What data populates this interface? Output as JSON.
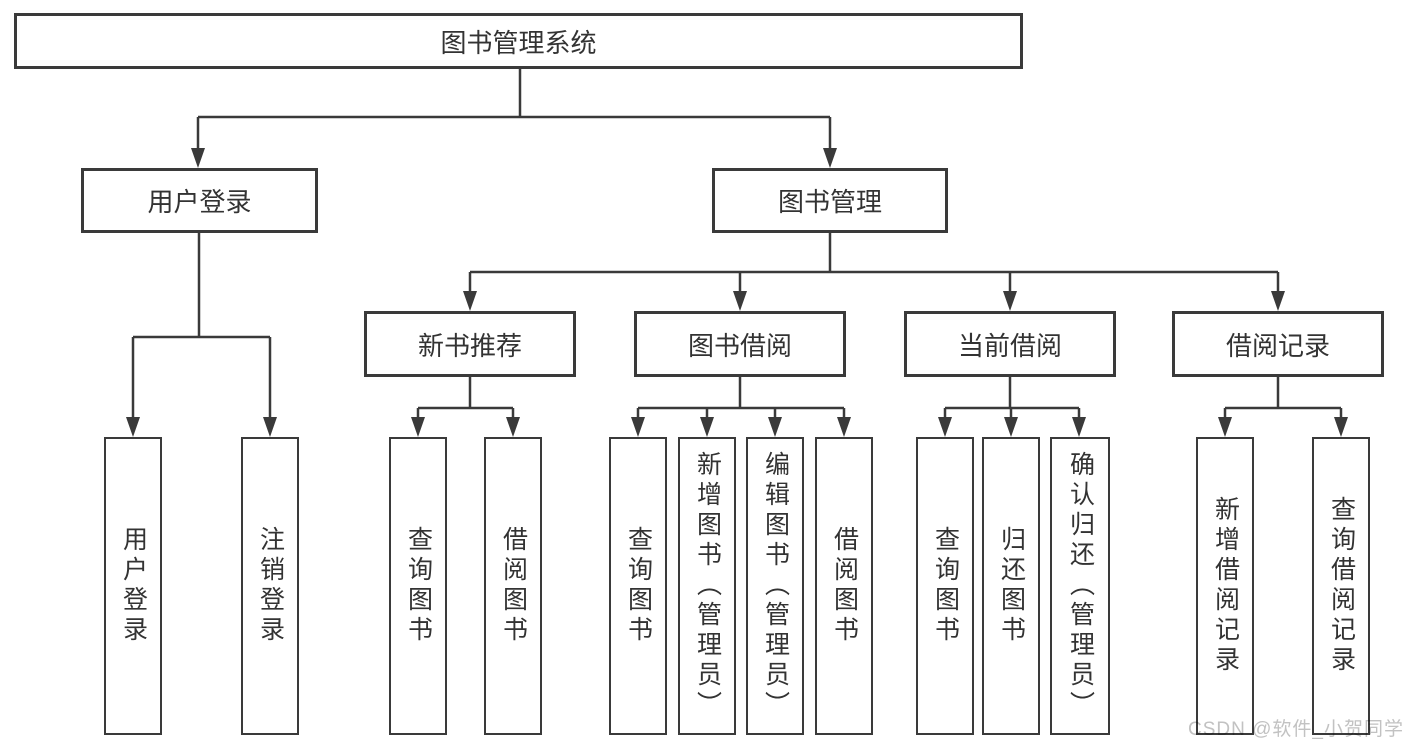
{
  "diagram": {
    "root": {
      "label": "图书管理系统"
    },
    "level2": [
      {
        "label": "用户登录",
        "parent": "图书管理系统"
      },
      {
        "label": "图书管理",
        "parent": "图书管理系统"
      }
    ],
    "level3": [
      {
        "label": "新书推荐",
        "parent": "图书管理"
      },
      {
        "label": "图书借阅",
        "parent": "图书管理"
      },
      {
        "label": "当前借阅",
        "parent": "图书管理"
      },
      {
        "label": "借阅记录",
        "parent": "图书管理"
      }
    ],
    "leaves": [
      {
        "label": "用户登录",
        "parent": "用户登录"
      },
      {
        "label": "注销登录",
        "parent": "用户登录"
      },
      {
        "label": "查询图书",
        "parent": "新书推荐"
      },
      {
        "label": "借阅图书",
        "parent": "新书推荐"
      },
      {
        "label": "查询图书",
        "parent": "图书借阅"
      },
      {
        "label": "新增图书（管理员）",
        "parent": "图书借阅"
      },
      {
        "label": "编辑图书（管理员）",
        "parent": "图书借阅"
      },
      {
        "label": "借阅图书",
        "parent": "图书借阅"
      },
      {
        "label": "查询图书",
        "parent": "当前借阅"
      },
      {
        "label": "归还图书",
        "parent": "当前借阅"
      },
      {
        "label": "确认归还（管理员）",
        "parent": "当前借阅"
      },
      {
        "label": "新增借阅记录",
        "parent": "借阅记录"
      },
      {
        "label": "查询借阅记录",
        "parent": "借阅记录"
      }
    ]
  },
  "watermark": {
    "text": "CSDN @软件_小贺同学",
    "color": "#c2c2c2"
  },
  "colors": {
    "line": "#3a3a3a",
    "text": "#333333",
    "background": "#ffffff"
  }
}
